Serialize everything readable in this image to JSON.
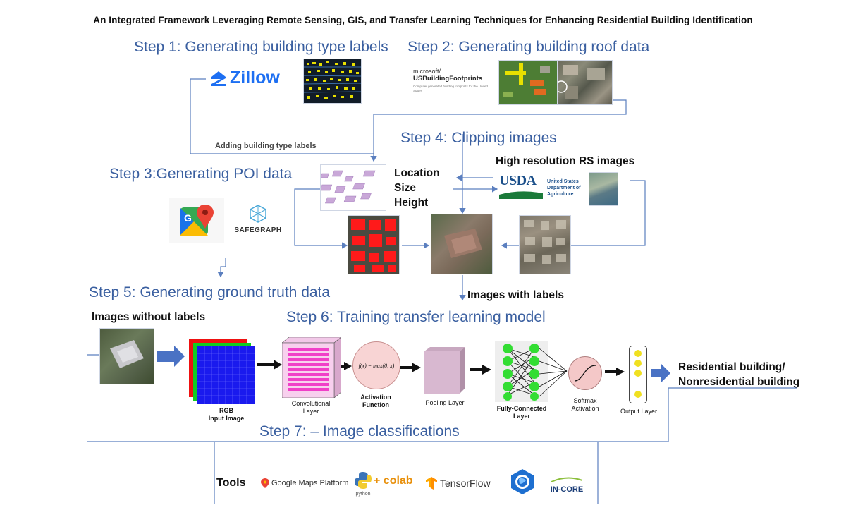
{
  "title": "An Integrated Framework Leveraging Remote Sensing, GIS, and Transfer Learning Techniques for Enhancing Residential Building Identification",
  "steps": {
    "s1": "Step 1: Generating building type labels",
    "s2": "Step 2: Generating building roof data",
    "s3": "Step 3:Generating POI data",
    "s4": "Step 4: Clipping images",
    "s5": "Step 5: Generating ground truth data",
    "s6": "Step 6: Training transfer learning model",
    "s7": "Step 7: – Image classifications"
  },
  "logos": {
    "zillow": "Zillow",
    "ms_repo_owner": "microsoft/",
    "ms_repo_name": "USBuildingFootprints",
    "ms_repo_desc": "Computer generated building footprints for the United States",
    "usda": "USDA",
    "usda_sub1": "United States",
    "usda_sub2": "Department of",
    "usda_sub3": "Agriculture",
    "safegraph": "SAFEGRAPH"
  },
  "labels": {
    "adding_labels": "Adding building type labels",
    "location": "Location",
    "size": "Size",
    "height": "Height",
    "high_res": "High resolution RS images",
    "images_with_labels": "Images with labels",
    "images_without_labels": "Images without labels",
    "residential": "Residential building/",
    "nonresidential": "Nonresidential building"
  },
  "cnn": {
    "rgb": "RGB",
    "input_image": "Input Image",
    "conv1": "Convolutional",
    "conv2": "Layer",
    "formula": "f(x) = max(0, x)",
    "act1": "Activation",
    "act2": "Function",
    "pooling": "Pooling Layer",
    "fc1": "Fully-Connected",
    "fc2": "Layer",
    "soft1": "Softmax",
    "soft2": "Activation",
    "output": "Output Layer",
    "dots": "..."
  },
  "tools": {
    "label": "Tools",
    "gmaps": "Google Maps Platform",
    "python": "python",
    "colab": "+ colab",
    "tensorflow": "TensorFlow",
    "incore": "IN-CORE"
  },
  "colors": {
    "step_blue": "#3a5fa0",
    "line_blue": "#5b7fbf",
    "arrow_blue": "#4a72c4",
    "footprint_yellow": "#e8e000",
    "roof_red": "#ff1a1a"
  }
}
